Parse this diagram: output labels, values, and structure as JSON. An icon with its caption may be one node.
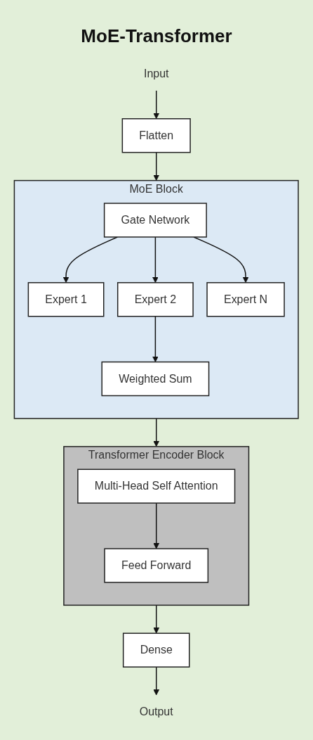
{
  "diagram": {
    "title": "MoE-Transformer",
    "nodes": [
      {
        "text": [
          "Input"
        ]
      },
      {
        "text": [
          "Flatten"
        ]
      },
      {
        "text": [
          "MoE Block"
        ]
      },
      {
        "text": [
          "Gate Network"
        ],
        "in": 2
      },
      {
        "text": [
          "Expert 1"
        ],
        "in": 2
      },
      {
        "text": [
          "Expert 2"
        ],
        "in": 2
      },
      {
        "text": [
          "Expert N"
        ],
        "in": 2
      },
      {
        "text": [
          "Weighted Sum"
        ],
        "in": 2
      },
      {
        "text": [
          "Transformer Encoder Block"
        ]
      },
      {
        "text": [
          "Multi-Head Self Attention"
        ],
        "in": 8
      },
      {
        "text": [
          "Feed Forward"
        ],
        "in": 8
      },
      {
        "text": [
          "Dense"
        ]
      },
      {
        "text": [
          "Output"
        ]
      }
    ],
    "edges": [
      {
        "from": 0,
        "to": 1,
        "arrow": "to"
      },
      {
        "from": 1,
        "to": 2,
        "arrow": "to"
      },
      {
        "from": 3,
        "to": 4,
        "arrow": "to"
      },
      {
        "from": 3,
        "to": 5,
        "arrow": "to"
      },
      {
        "from": 3,
        "to": 6,
        "arrow": "to"
      },
      {
        "from": 5,
        "to": 7,
        "arrow": "to"
      },
      {
        "from": 2,
        "to": 8,
        "arrow": "to"
      },
      {
        "from": 9,
        "to": 10,
        "arrow": "to"
      },
      {
        "from": 8,
        "to": 11,
        "arrow": "to"
      },
      {
        "from": 11,
        "to": 12,
        "arrow": "to"
      }
    ]
  }
}
